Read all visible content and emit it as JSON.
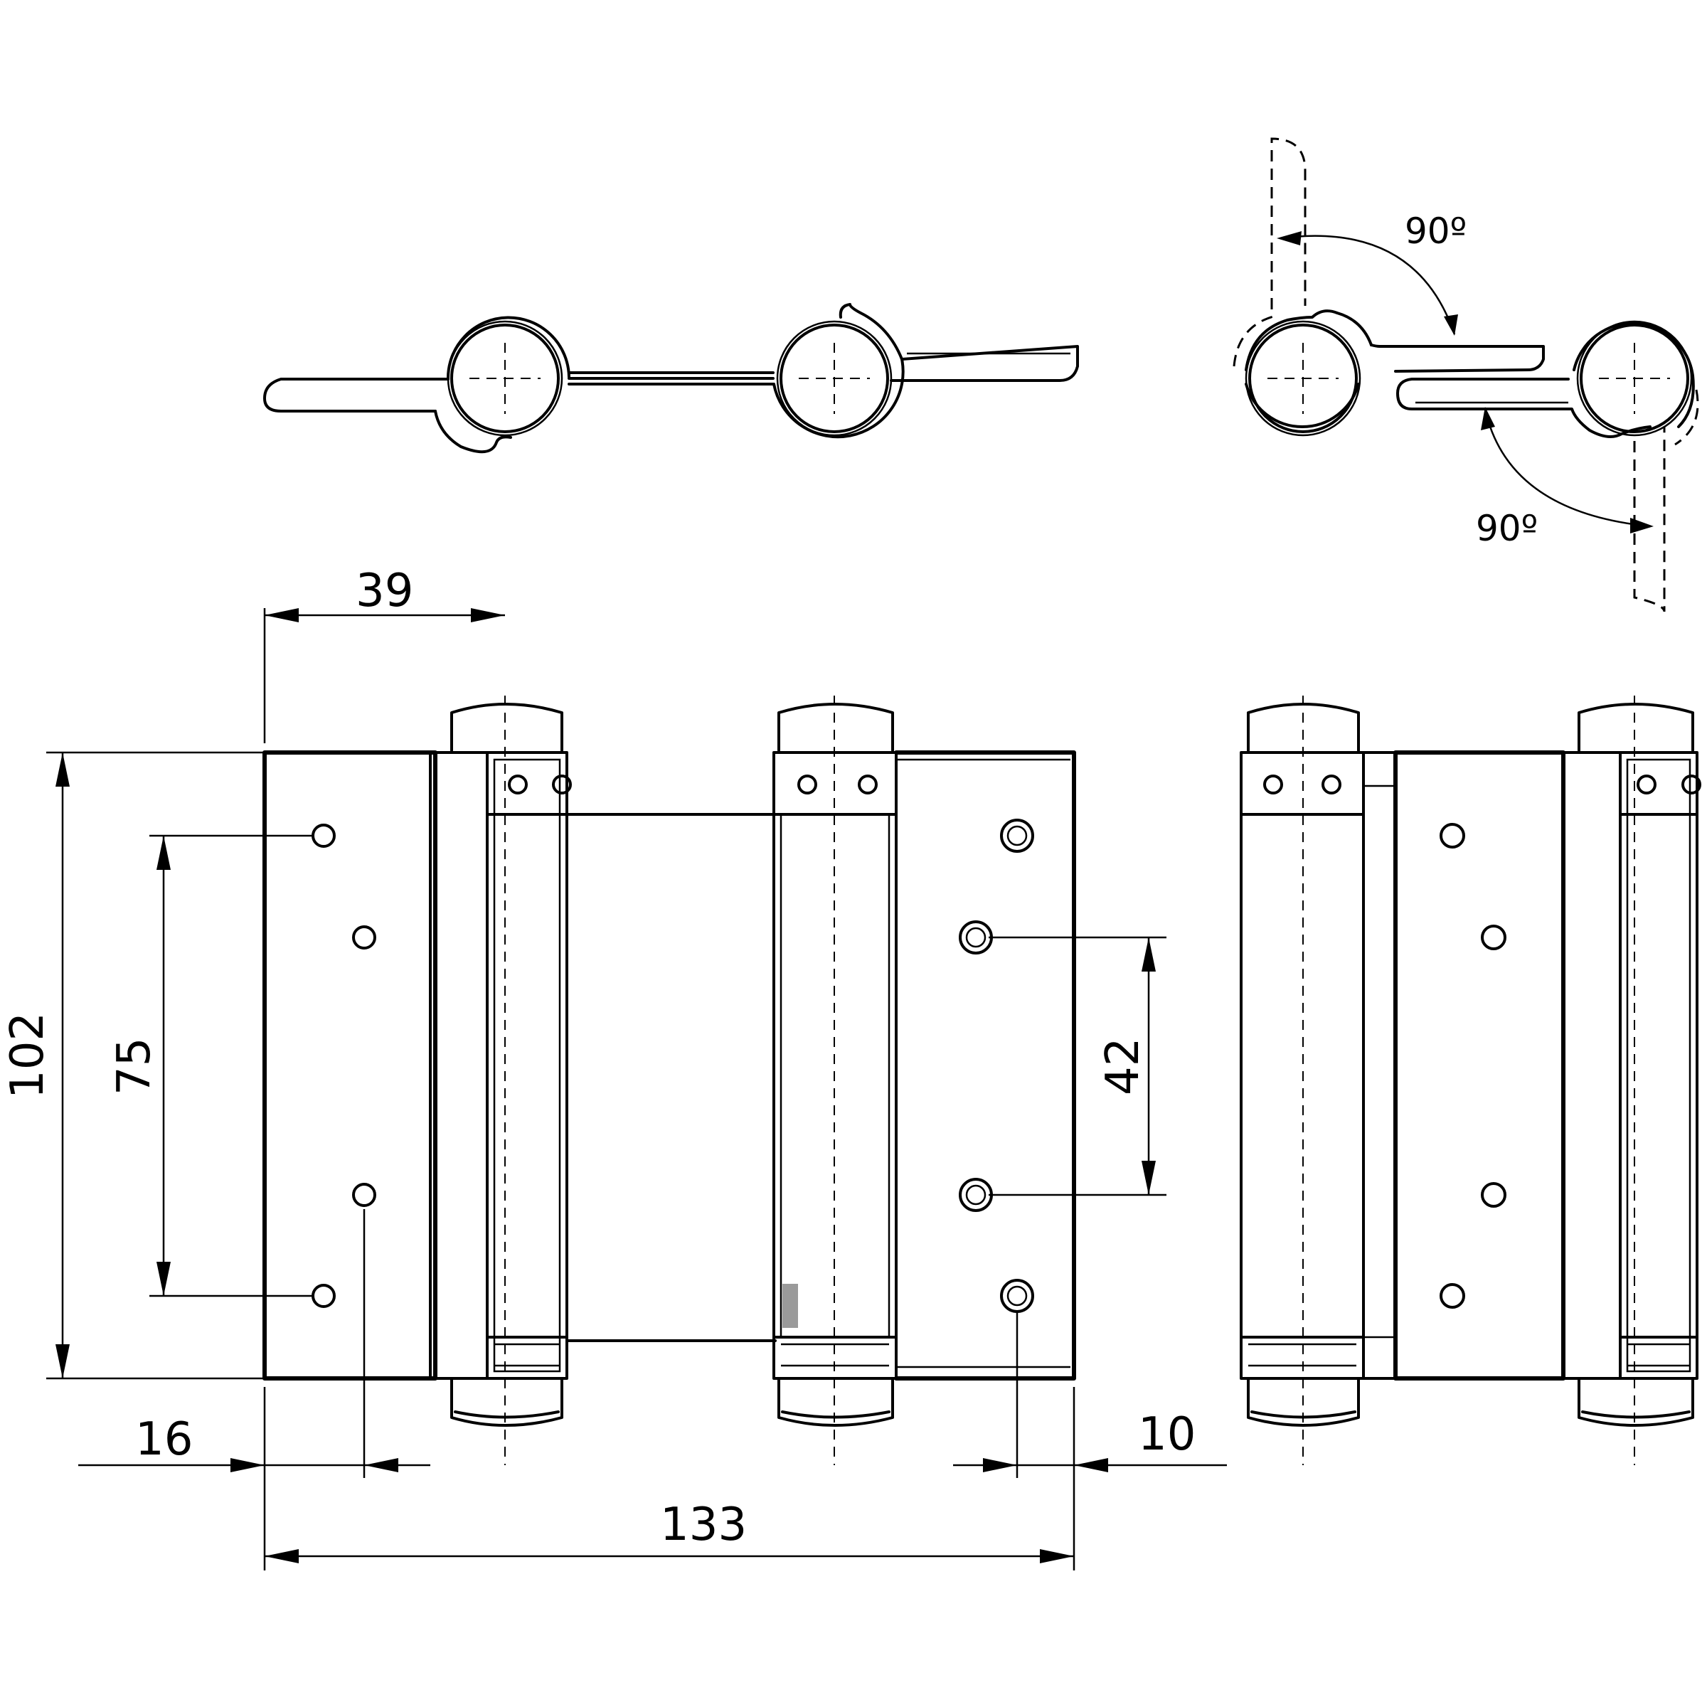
{
  "dimensions": {
    "width_top": "39",
    "height_total": "102",
    "hole_spacing_left": "75",
    "hole_spacing_right": "42",
    "offset_left": "16",
    "offset_right": "10",
    "width_total": "133"
  },
  "angles": {
    "angle_upper": "90º",
    "angle_lower": "90º"
  }
}
